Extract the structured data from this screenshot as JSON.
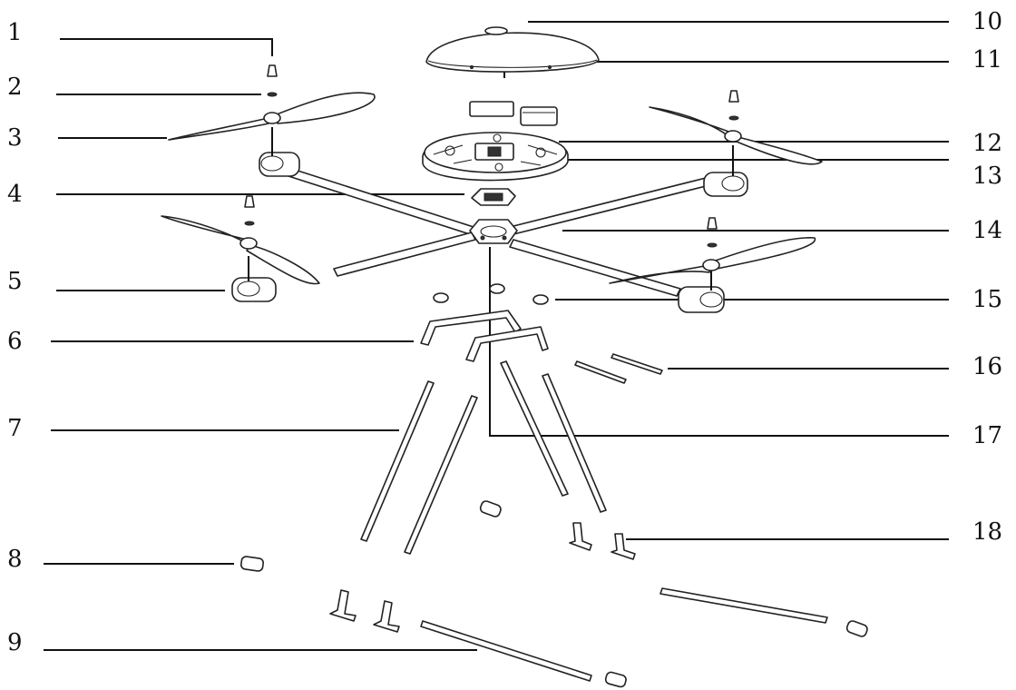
{
  "labels": [
    {
      "id": "1",
      "text": "1"
    },
    {
      "id": "2",
      "text": "2"
    },
    {
      "id": "3",
      "text": "3"
    },
    {
      "id": "4",
      "text": "4"
    },
    {
      "id": "5",
      "text": "5"
    },
    {
      "id": "6",
      "text": "6"
    },
    {
      "id": "7",
      "text": "7"
    },
    {
      "id": "8",
      "text": "8"
    },
    {
      "id": "9",
      "text": "9"
    },
    {
      "id": "10",
      "text": "10"
    },
    {
      "id": "11",
      "text": "11"
    },
    {
      "id": "12",
      "text": "12"
    },
    {
      "id": "13",
      "text": "13"
    },
    {
      "id": "14",
      "text": "14"
    },
    {
      "id": "15",
      "text": "15"
    },
    {
      "id": "16",
      "text": "16"
    },
    {
      "id": "17",
      "text": "17"
    },
    {
      "id": "18",
      "text": "18"
    }
  ],
  "colors": {
    "ink": "#111111",
    "background": "#ffffff"
  }
}
